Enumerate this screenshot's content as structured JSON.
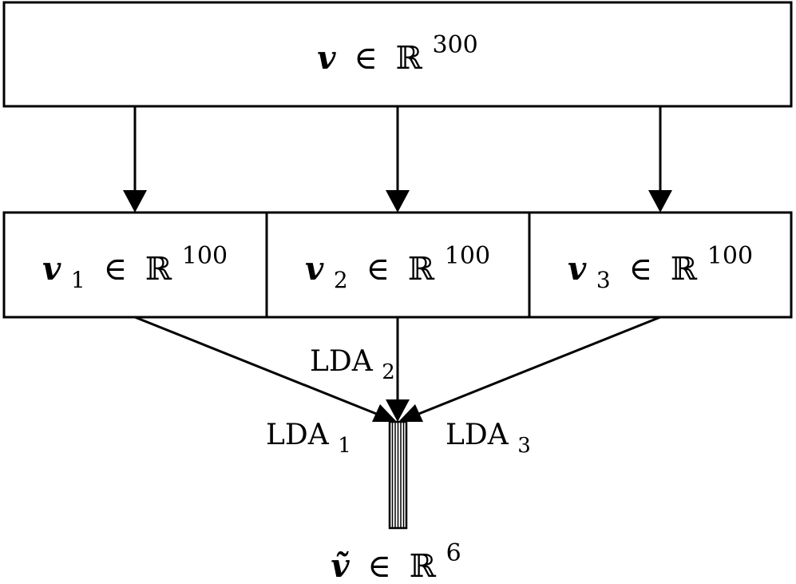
{
  "top_box": {
    "vec": "v",
    "member": "∈",
    "field": "ℝ",
    "exp": "300"
  },
  "sub_boxes": [
    {
      "vec": "v",
      "sub": "1",
      "member": "∈",
      "field": "ℝ",
      "exp": "100"
    },
    {
      "vec": "v",
      "sub": "2",
      "member": "∈",
      "field": "ℝ",
      "exp": "100"
    },
    {
      "vec": "v",
      "sub": "3",
      "member": "∈",
      "field": "ℝ",
      "exp": "100"
    }
  ],
  "lda_labels": [
    {
      "text": "LDA",
      "sub": "1"
    },
    {
      "text": "LDA",
      "sub": "2"
    },
    {
      "text": "LDA",
      "sub": "3"
    }
  ],
  "output": {
    "vec": "ṽ",
    "member": "∈",
    "field": "ℝ",
    "exp": "6"
  }
}
